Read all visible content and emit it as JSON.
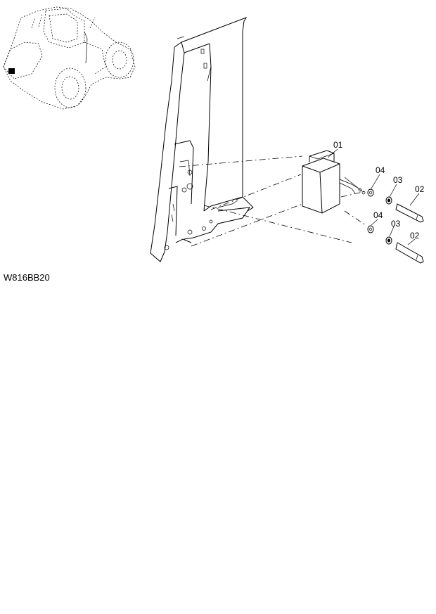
{
  "diagram": {
    "drawing_code": "W816BB20",
    "part_labels": {
      "p01": "01",
      "p02_upper": "02",
      "p03_upper": "03",
      "p04_upper": "04",
      "p02_lower": "02",
      "p03_lower": "03",
      "p04_lower": "04"
    },
    "icons": {
      "machine_thumbnail": "wheel-loader-location-icon"
    }
  }
}
